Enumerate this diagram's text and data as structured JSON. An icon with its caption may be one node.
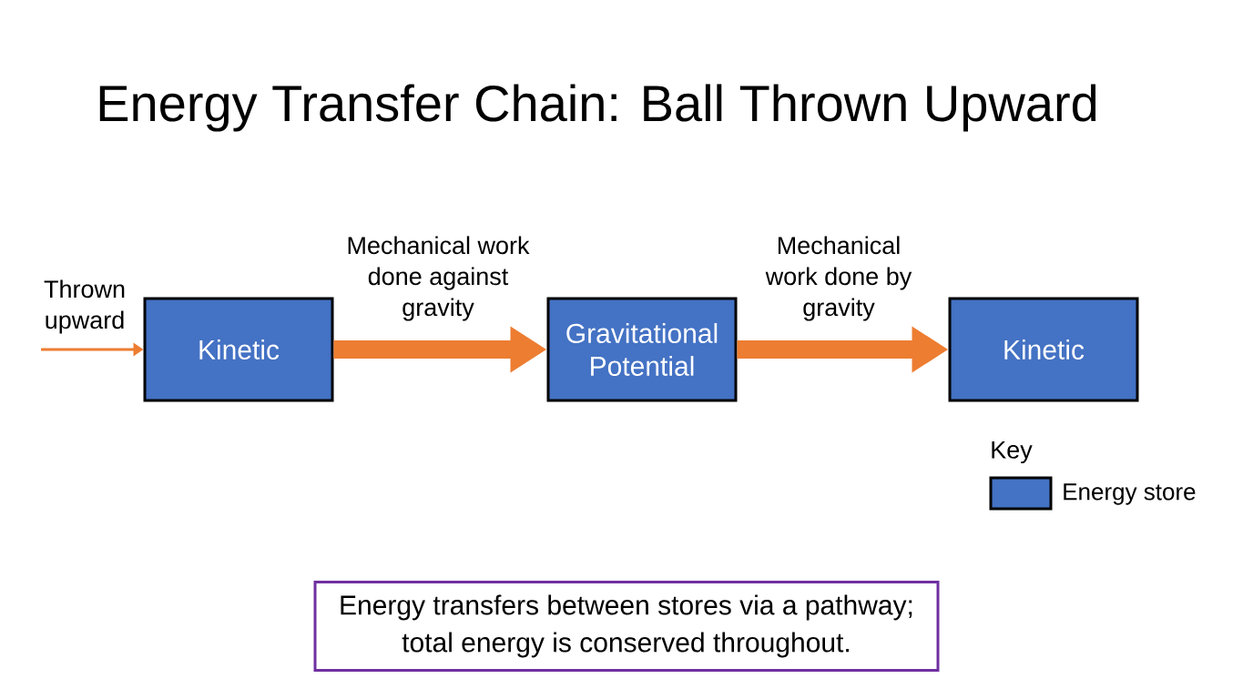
{
  "diagram": {
    "title": "Energy Transfer Chain: Ball Thrown Upward",
    "nodes": [
      {
        "text": [
          "Kinetic"
        ]
      },
      {
        "text": [
          "Gravitational Potential"
        ]
      },
      {
        "text": [
          "Kinetic"
        ]
      },
      {
        "text": [
          "Energy transfers between stores via a pathway; total energy is conserved throughout."
        ]
      }
    ],
    "edges": [
      {
        "from": null,
        "to": 0,
        "arrow": "to",
        "label": "Thrown upward"
      },
      {
        "from": 0,
        "to": 1,
        "arrow": "to",
        "label": "Mechanical work done against gravity"
      },
      {
        "from": 1,
        "to": 2,
        "arrow": "to",
        "label": "Mechanical work done by gravity"
      }
    ],
    "labels": [
      "Key"
    ],
    "legend": [
      {
        "text": "Energy store",
        "color": "#4472c4"
      }
    ]
  }
}
